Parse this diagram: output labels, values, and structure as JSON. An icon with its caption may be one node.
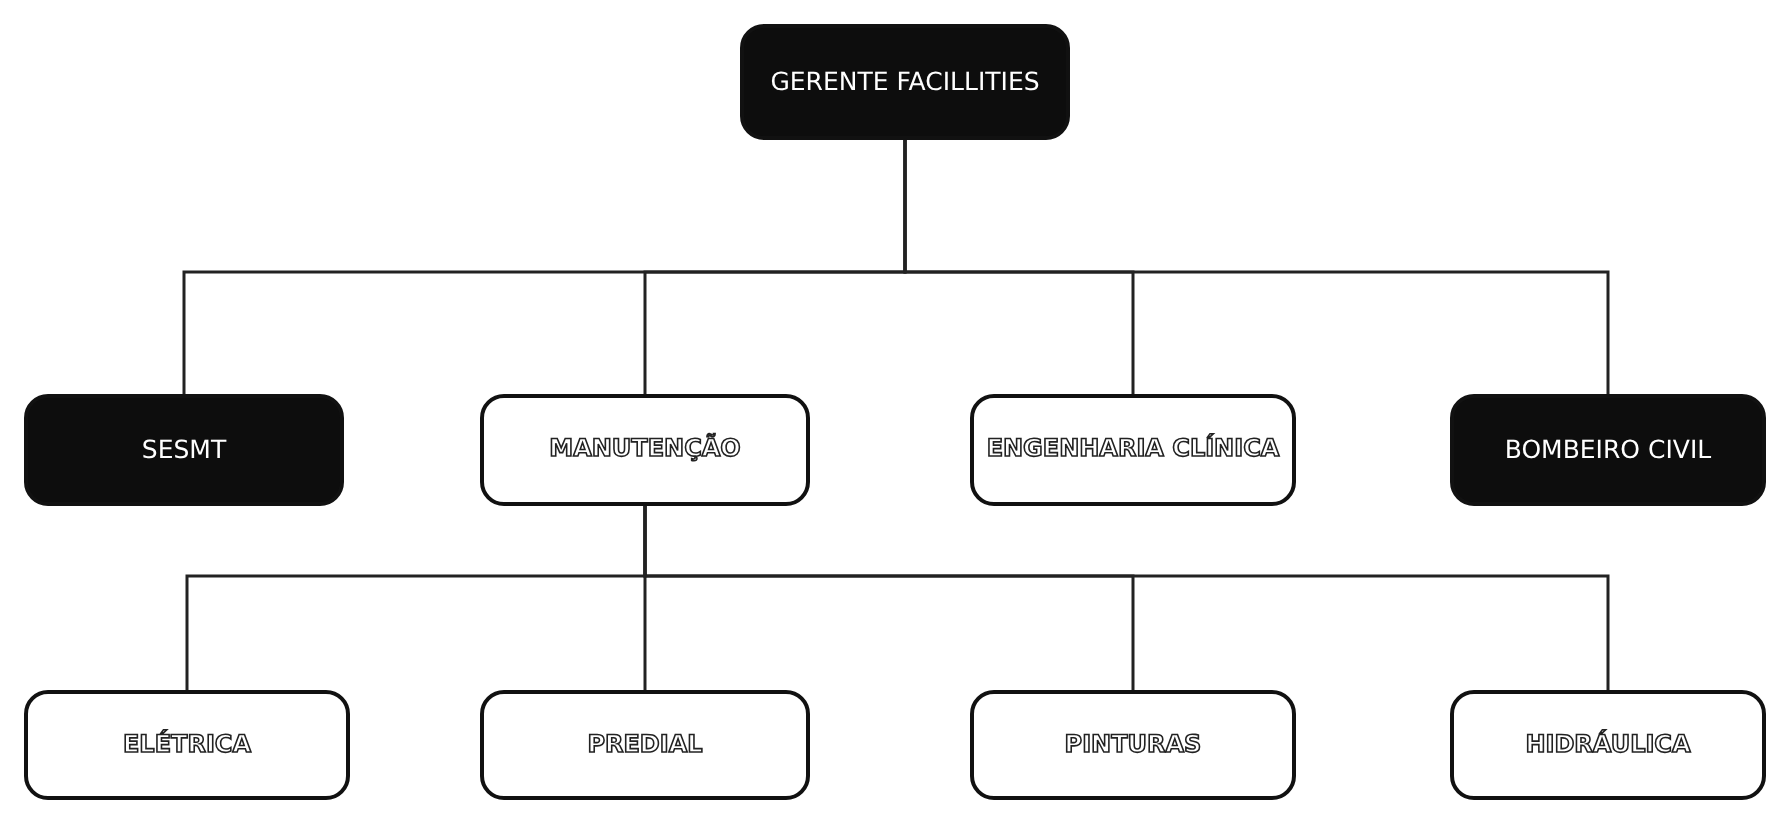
{
  "diagram": {
    "nodes": [
      {
        "text": [
          "GERENTE FACILLITIES"
        ]
      },
      {
        "text": [
          "SESMT"
        ]
      },
      {
        "text": [
          "MANUTENÇÃO"
        ]
      },
      {
        "text": [
          "ENGENHARIA CLÍNICA"
        ]
      },
      {
        "text": [
          "BOMBEIRO CIVIL"
        ]
      },
      {
        "text": [
          "ELÉTRICA"
        ]
      },
      {
        "text": [
          "PREDIAL"
        ]
      },
      {
        "text": [
          "PINTURAS"
        ]
      },
      {
        "text": [
          "HIDRÁULICA"
        ]
      }
    ],
    "edges": [
      {
        "from": 0,
        "to": 1,
        "arrow": "none"
      },
      {
        "from": 0,
        "to": 2,
        "arrow": "none"
      },
      {
        "from": 0,
        "to": 3,
        "arrow": "none"
      },
      {
        "from": 0,
        "to": 4,
        "arrow": "none"
      },
      {
        "from": 2,
        "to": 5,
        "arrow": "none"
      },
      {
        "from": 2,
        "to": 6,
        "arrow": "none"
      },
      {
        "from": 2,
        "to": 7,
        "arrow": "none"
      },
      {
        "from": 2,
        "to": 8,
        "arrow": "none"
      }
    ]
  }
}
